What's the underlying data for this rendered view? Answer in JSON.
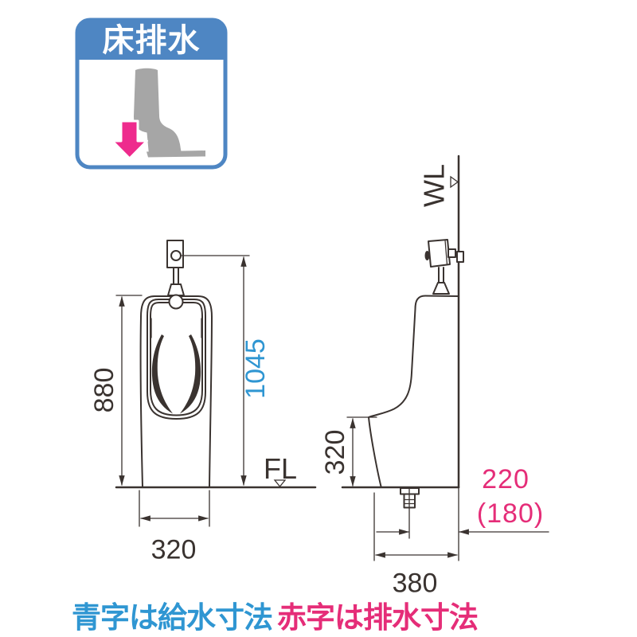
{
  "colors": {
    "accent_blue": "#2f96d2",
    "accent_pink": "#e52d78",
    "badge_blue": "#4e86c3",
    "line": "#3a3330",
    "icon_gray": "#a6a6a6",
    "arrow_pink": "#ee2b8d"
  },
  "badge": {
    "title": "床排水"
  },
  "front_view": {
    "height_label": "880",
    "supply_height_label": "1045",
    "width_label": "320",
    "floor_label": "FL"
  },
  "side_view": {
    "wall_label": "WL",
    "rim_height_label": "320",
    "drain_offset_label": "220",
    "drain_offset_paren_label": "(180)",
    "depth_label": "380"
  },
  "legend": {
    "supply_note": "青字は給水寸法",
    "drain_note": "赤字は排水寸法"
  }
}
